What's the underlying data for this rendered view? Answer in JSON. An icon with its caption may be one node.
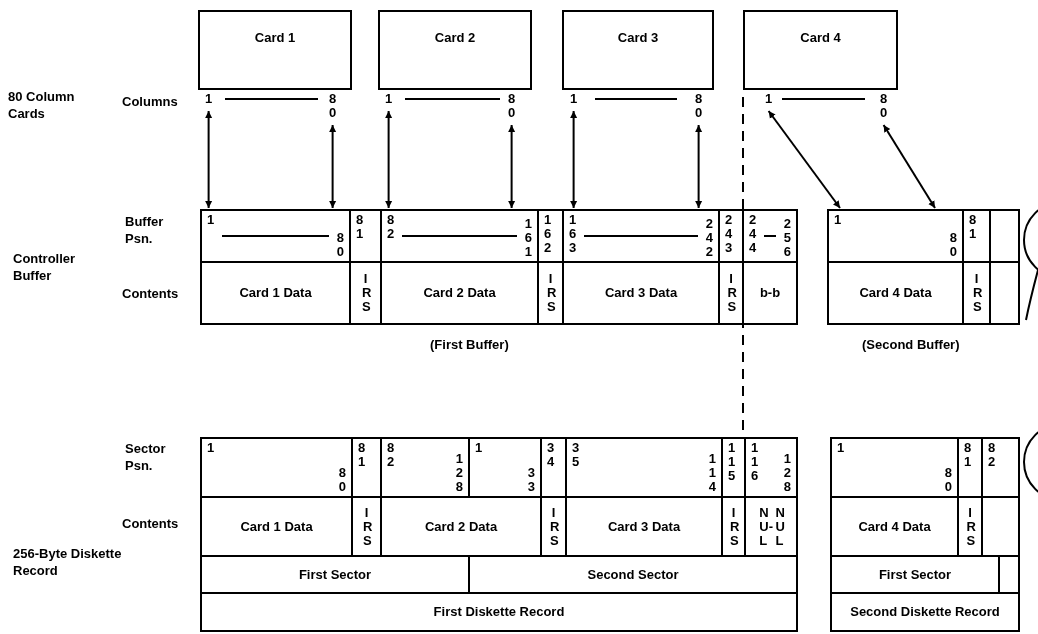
{
  "diagram": {
    "nodes": [
      {
        "text": [
          "Card 1"
        ]
      },
      {
        "text": [
          "Card 2"
        ]
      },
      {
        "text": [
          "Card 3"
        ]
      },
      {
        "text": [
          "Card 4"
        ]
      },
      {
        "text": [
          "1"
        ]
      },
      {
        "text": [
          "80"
        ]
      },
      {
        "text": [
          "1"
        ]
      },
      {
        "text": [
          "80"
        ]
      },
      {
        "text": [
          "1"
        ]
      },
      {
        "text": [
          "80"
        ]
      },
      {
        "text": [
          "1"
        ]
      },
      {
        "text": [
          "80"
        ]
      },
      {
        "text": [],
        "shape": "box",
        "beside": [
          "(First Buffer)"
        ]
      },
      {
        "text": [
          "1",
          "80"
        ],
        "in": 12
      },
      {
        "text": [
          "81"
        ],
        "in": 12
      },
      {
        "text": [
          "82",
          "161"
        ],
        "in": 12
      },
      {
        "text": [
          "162"
        ],
        "in": 12
      },
      {
        "text": [
          "163",
          "242"
        ],
        "in": 12
      },
      {
        "text": [
          "243"
        ],
        "in": 12
      },
      {
        "text": [
          "244",
          "256"
        ],
        "in": 12
      },
      {
        "text": [
          "Card 1 Data"
        ],
        "in": 12
      },
      {
        "text": [
          "IRS"
        ],
        "in": 12
      },
      {
        "text": [
          "Card 2 Data"
        ],
        "in": 12
      },
      {
        "text": [
          "IRS"
        ],
        "in": 12
      },
      {
        "text": [
          "Card 3 Data"
        ],
        "in": 12
      },
      {
        "text": [
          "IRS"
        ],
        "in": 12
      },
      {
        "text": [
          "b-b"
        ],
        "in": 12
      },
      {
        "text": [],
        "shape": "box",
        "beside": [
          "(Second Buffer)"
        ]
      },
      {
        "text": [
          "1",
          "80"
        ],
        "in": 27
      },
      {
        "text": [
          "81"
        ],
        "in": 27
      },
      {
        "text": [],
        "shape": "box",
        "in": 27
      },
      {
        "text": [
          "Card 4 Data"
        ],
        "in": 27
      },
      {
        "text": [
          "IRS"
        ],
        "in": 27
      },
      {
        "text": [],
        "shape": "box",
        "in": 27
      },
      {
        "text": [],
        "shape": "box"
      },
      {
        "text": [
          "1",
          "80"
        ],
        "in": 34
      },
      {
        "text": [
          "81"
        ],
        "in": 34
      },
      {
        "text": [
          "82",
          "128"
        ],
        "in": 34
      },
      {
        "text": [
          "1",
          "33"
        ],
        "in": 34
      },
      {
        "text": [
          "34"
        ],
        "in": 34
      },
      {
        "text": [
          "35",
          "114"
        ],
        "in": 34
      },
      {
        "text": [
          "115"
        ],
        "in": 34
      },
      {
        "text": [
          "116",
          "128"
        ],
        "in": 34
      },
      {
        "text": [
          "Card 1 Data"
        ],
        "in": 34
      },
      {
        "text": [
          "IRS"
        ],
        "in": 34
      },
      {
        "text": [
          "Card 2 Data"
        ],
        "in": 34
      },
      {
        "text": [
          "IRS"
        ],
        "in": 34
      },
      {
        "text": [
          "Card 3 Data"
        ],
        "in": 34
      },
      {
        "text": [
          "IRS"
        ],
        "in": 34
      },
      {
        "text": [
          "NUL",
          "-",
          "NUL"
        ],
        "in": 34
      },
      {
        "text": [
          "First Sector"
        ],
        "in": 34
      },
      {
        "text": [
          "Second Sector"
        ],
        "in": 34
      },
      {
        "text": [
          "First Diskette Record"
        ],
        "in": 34
      },
      {
        "text": [],
        "shape": "box"
      },
      {
        "text": [
          "1",
          "80"
        ],
        "in": 53
      },
      {
        "text": [
          "81"
        ],
        "in": 53
      },
      {
        "text": [
          "82"
        ],
        "in": 53
      },
      {
        "text": [
          "Card 4 Data"
        ],
        "in": 53
      },
      {
        "text": [
          "IRS"
        ],
        "in": 53
      },
      {
        "text": [],
        "shape": "box",
        "in": 53
      },
      {
        "text": [
          "First Sector"
        ],
        "in": 53
      },
      {
        "text": [],
        "shape": "box",
        "in": 53
      },
      {
        "text": [
          "Second Diskette Record"
        ],
        "in": 53
      }
    ],
    "edges": [
      {
        "from": 4,
        "to": 13,
        "arrow": "both"
      },
      {
        "from": 5,
        "to": 13,
        "arrow": "both"
      },
      {
        "from": 6,
        "to": 15,
        "arrow": "both"
      },
      {
        "from": 7,
        "to": 15,
        "arrow": "both"
      },
      {
        "from": 8,
        "to": 17,
        "arrow": "both"
      },
      {
        "from": 9,
        "to": 17,
        "arrow": "both"
      },
      {
        "from": 10,
        "to": 28,
        "arrow": "both"
      },
      {
        "from": 11,
        "to": 28,
        "arrow": "both"
      }
    ],
    "labels": [
      "80 Column Cards",
      "Columns",
      "Buffer Psn.",
      "Controller Buffer",
      "Contents",
      "Sector Psn.",
      "Contents",
      "256-Byte Diskette Record"
    ]
  }
}
